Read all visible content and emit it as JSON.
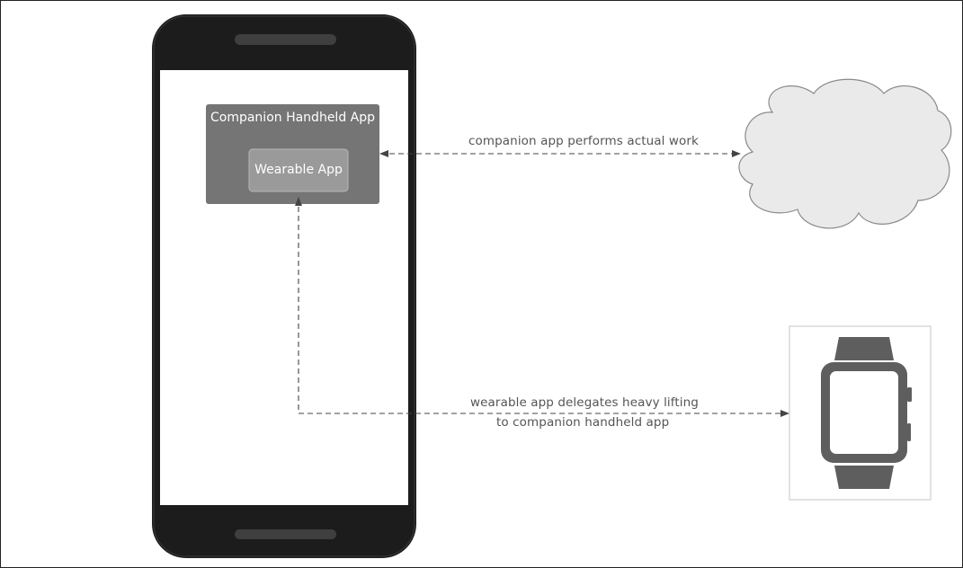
{
  "companion_box": {
    "title": "Companion Handheld App"
  },
  "wearable_box": {
    "title": "Wearable App"
  },
  "cloud_link": {
    "label": "companion app performs actual work"
  },
  "watch_link": {
    "label_line1": "wearable app delegates heavy lifting",
    "label_line2": "to companion handheld app"
  },
  "colors": {
    "phone_body": "#1c1c1c",
    "app_box": "#757575",
    "inner_box": "#9a9a9a",
    "arrow": "#444444",
    "watch": "#5e5e5e"
  },
  "icons": [
    "smartphone-icon",
    "cloud-icon",
    "smartwatch-icon"
  ]
}
